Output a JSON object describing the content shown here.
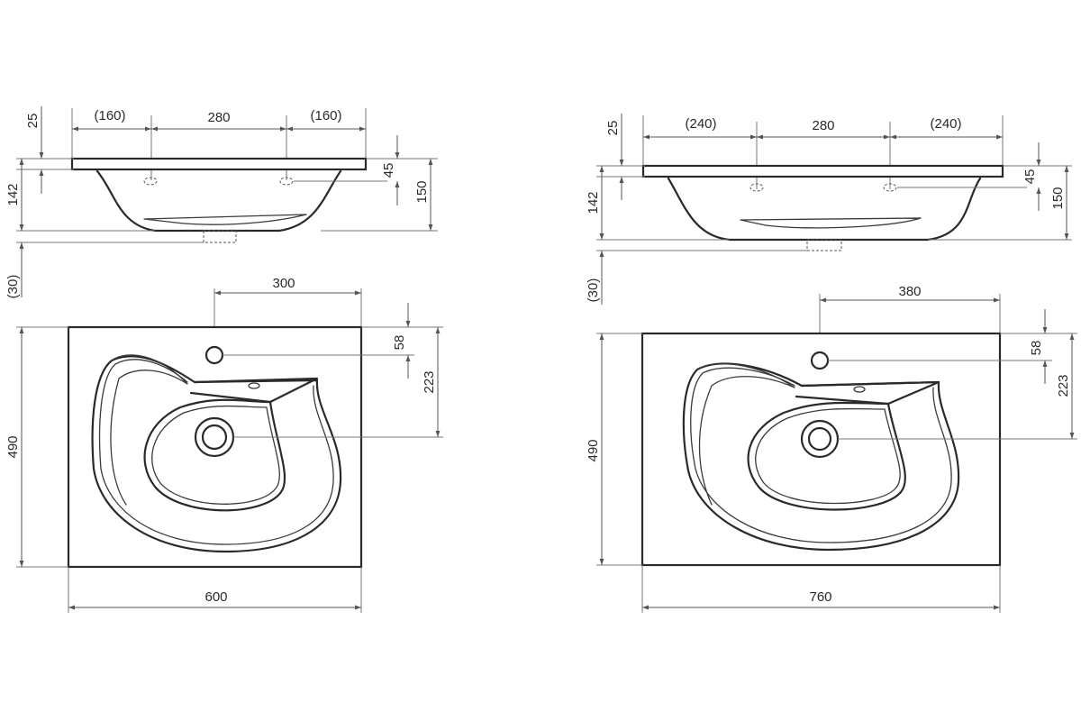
{
  "drawings": [
    {
      "model": "600",
      "elevation": {
        "top_left": "(160)",
        "top_center": "280",
        "top_right": "(160)",
        "slab_thickness": "25",
        "overflow_height": "45",
        "total_height": "150",
        "basin_height": "142",
        "waste_projection": "(30)"
      },
      "plan": {
        "tap_offset": "300",
        "tap_from_back": "58",
        "waste_from_back": "223",
        "depth": "490",
        "width": "600"
      }
    },
    {
      "model": "760",
      "elevation": {
        "top_left": "(240)",
        "top_center": "280",
        "top_right": "(240)",
        "slab_thickness": "25",
        "overflow_height": "45",
        "total_height": "150",
        "basin_height": "142",
        "waste_projection": "(30)"
      },
      "plan": {
        "tap_offset": "380",
        "tap_from_back": "58",
        "waste_from_back": "223",
        "depth": "490",
        "width": "760"
      }
    }
  ],
  "style": {
    "line_color": "#2a2a2a",
    "dimension_color": "#555555",
    "background": "#ffffff"
  }
}
